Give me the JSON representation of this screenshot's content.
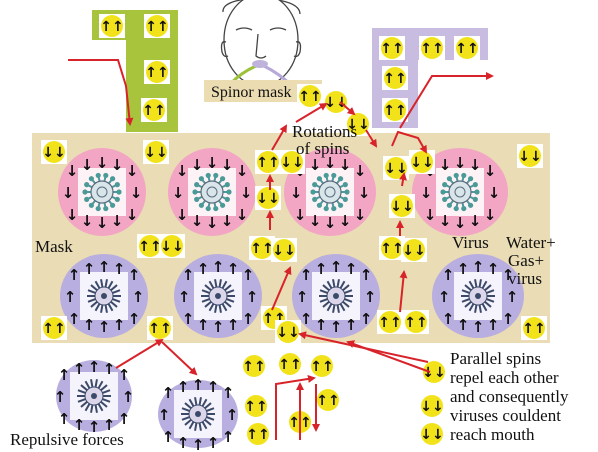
{
  "labels": {
    "spinor_mask": "Spinor mask",
    "rotations_line1": "Rotations",
    "rotations_line2": "of spins",
    "mask": "Mask",
    "virus": "Virus",
    "water_line1": "Water+",
    "water_line2": "Gas+",
    "water_line3": "virus",
    "parallel_line1": "Parallel spins",
    "parallel_line2": "repel each other",
    "parallel_line3": "and consequently",
    "parallel_line4": "viruses couldent",
    "parallel_line5": "reach mouth",
    "repulsive": "Repulsive forces"
  },
  "symbols": {
    "spin_up_pair": "↑↑",
    "spin_down_pair": "↓↓",
    "arrow_up": "↑",
    "arrow_down": "↓"
  },
  "colors": {
    "background": "#ffffff",
    "mask_band": "#eadcb4",
    "green_block": "#a8c43c",
    "lavender_block": "#c8bce0",
    "pink_cell": "#f2a6c4",
    "purple_cell": "#b9aee0",
    "spin_token": "#f2e21a",
    "arrow_red": "#d8232a",
    "virus_pink": "#4a9a98",
    "virus_purple": "#3c4a6a"
  }
}
